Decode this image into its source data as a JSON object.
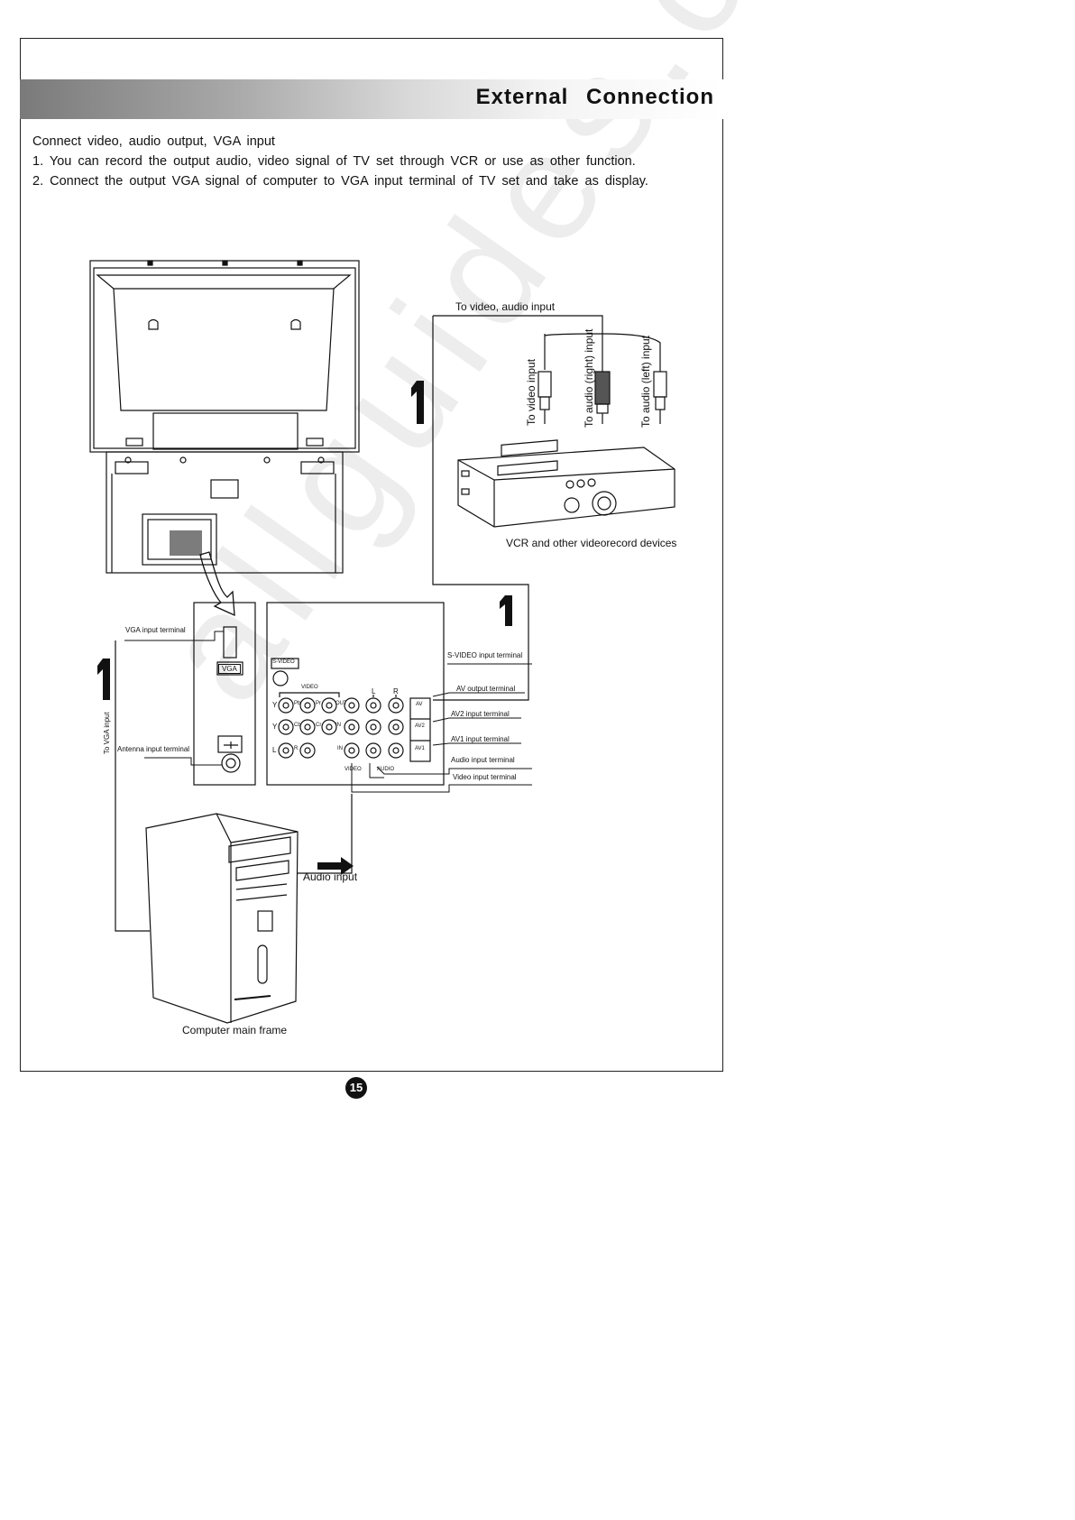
{
  "header": {
    "title": "External   Connection"
  },
  "intro": {
    "heading": "Connect  video, audio  output,   VGA  input",
    "item1": "1.   You  can  record  the  output  audio, video  signal  of  TV  set  through  VCR  or  use  as  other  function.",
    "item2": "2. Connect  the  output  VGA  signal  of  computer  to  VGA  input  terminal  of  TV  set  and  take  as  display."
  },
  "diagram": {
    "vcr": {
      "top_label": "To  video,   audio  input",
      "video_input": "To  video  input",
      "audio_right": "To   audio (right)   input",
      "audio_left": "To  audio (left)  input",
      "caption": "VCR  and  other  videorecord  devices",
      "step": "1"
    },
    "tv_panel": {
      "vga_terminal": "VGA  input  terminal",
      "vga_badge": "VGA",
      "antenna_terminal": "Antenna  input  terminal",
      "to_vga_input": "To  VGA  input",
      "step": "1",
      "step_right": "1"
    },
    "av_panel": {
      "svideo_badge": "S-VIDEO",
      "video_group": "VIDEO",
      "col_l": "L",
      "col_r": "R",
      "row_labels": [
        "Y",
        "Y",
        "L"
      ],
      "jack_labels": [
        "Pb",
        "Pr",
        "OUT",
        "Cb",
        "Cr",
        "IN",
        "R",
        "IN"
      ],
      "side_labels": [
        "AV",
        "AV2",
        "AV1"
      ],
      "bottom_video": "VIDEO",
      "bottom_audio": "AUDIO",
      "callouts": [
        "S-VIDEO  input  terminal",
        "AV  output  terminal",
        "AV2  input  terminal",
        "AV1  input  terminal",
        "Audio  input  terminal",
        "Video  input  terminal"
      ]
    },
    "computer": {
      "audio_input": "Audio  input",
      "caption": "Computer  main  frame"
    }
  },
  "footer": {
    "page_number": "15"
  },
  "watermark": "allguides.com"
}
